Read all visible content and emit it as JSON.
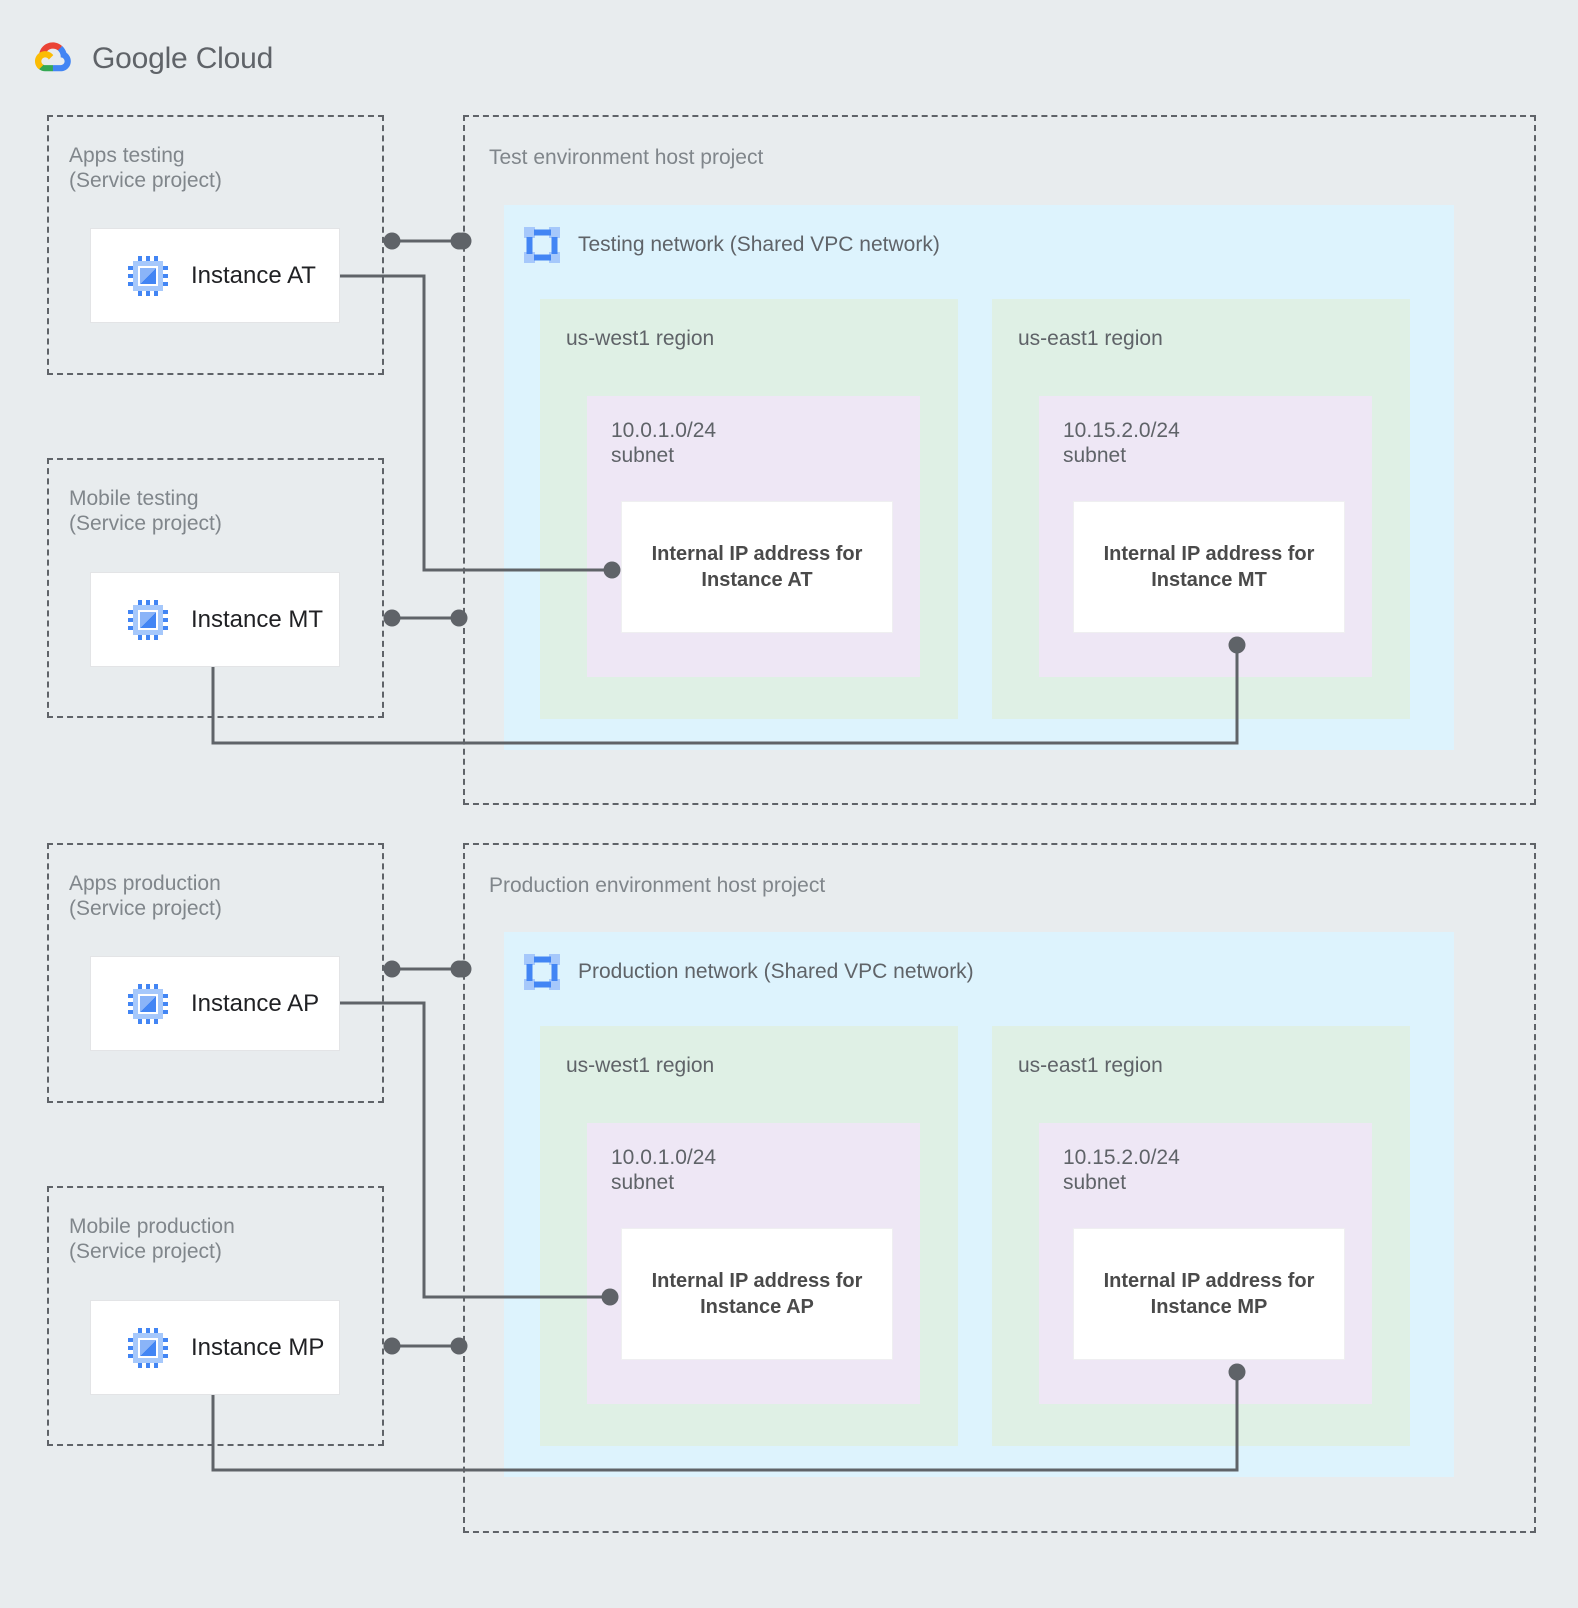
{
  "brand": {
    "name_bold": "Google",
    "name_light": "Cloud",
    "logo_colors": {
      "red": "#ea4335",
      "yellow": "#fbbc04",
      "green": "#34a853",
      "blue": "#4285f4"
    }
  },
  "palette": {
    "page_background": "#e8ecee",
    "vpc_network": "#ddf3fd",
    "region": "#dff0e5",
    "subnet": "#eee7f5",
    "ip_box": "#ffffff",
    "connector": "#5f6368",
    "dashed_border": "#5f6368",
    "label_text": "#80868b",
    "icon_blue": "#4285f4",
    "icon_blue_light": "#a6c8fb"
  },
  "environments": [
    {
      "id": "test",
      "host_project": {
        "title": "Test environment host project",
        "network": {
          "title": "Testing network (Shared VPC network)",
          "icon": "vpc-network-icon",
          "regions": [
            {
              "name": "us-west1 region",
              "subnet": {
                "cidr": "10.0.1.0/24",
                "kind": "subnet",
                "ip_box": "Internal IP address for Instance AT"
              }
            },
            {
              "name": "us-east1 region",
              "subnet": {
                "cidr": "10.15.2.0/24",
                "kind": "subnet",
                "ip_box": "Internal IP address for Instance MT"
              }
            }
          ]
        }
      },
      "service_projects": [
        {
          "title": "Apps testing\n(Service project)",
          "instance": {
            "label": "Instance AT",
            "icon": "compute-instance-icon"
          }
        },
        {
          "title": "Mobile testing\n(Service project)",
          "instance": {
            "label": "Instance MT",
            "icon": "compute-instance-icon"
          }
        }
      ]
    },
    {
      "id": "production",
      "host_project": {
        "title": "Production environment host project",
        "network": {
          "title": "Production network (Shared VPC network)",
          "icon": "vpc-network-icon",
          "regions": [
            {
              "name": "us-west1 region",
              "subnet": {
                "cidr": "10.0.1.0/24",
                "kind": "subnet",
                "ip_box": "Internal IP address for Instance AP"
              }
            },
            {
              "name": "us-east1 region",
              "subnet": {
                "cidr": "10.15.2.0/24",
                "kind": "subnet",
                "ip_box": "Internal IP address for Instance MP"
              }
            }
          ]
        }
      },
      "service_projects": [
        {
          "title": "Apps production\n(Service project)",
          "instance": {
            "label": "Instance AP",
            "icon": "compute-instance-icon"
          }
        },
        {
          "title": "Mobile production\n(Service project)",
          "instance": {
            "label": "Instance MP",
            "icon": "compute-instance-icon"
          }
        }
      ]
    }
  ]
}
